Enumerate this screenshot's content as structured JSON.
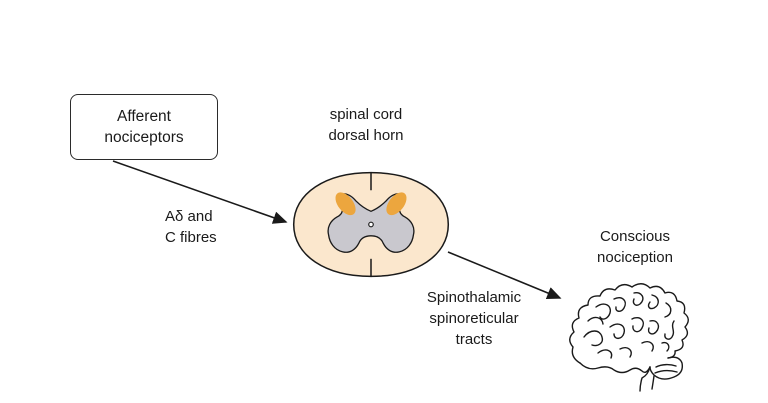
{
  "figure": {
    "description": "Pain pathway diagram from afferent nociceptors to conscious nociception",
    "background": "#ffffff"
  },
  "colors": {
    "line": "#1a1a1a",
    "text": "#1a1a1a",
    "spinal_cord_fill": "#fbe7cd",
    "gray_matter_fill": "#c9c8ce",
    "dorsal_horn_highlight": "#eca63e"
  },
  "nodes": {
    "afferent_box": {
      "lines": [
        "Afferent",
        "nociceptors"
      ]
    },
    "spinal_cord_label": {
      "lines": [
        "spinal cord",
        "dorsal horn"
      ]
    },
    "fibres_label": {
      "lines": [
        "Aδ and",
        "C fibres"
      ]
    },
    "tracts_label": {
      "lines": [
        "Spinothalamic",
        "spinoreticular",
        "tracts"
      ]
    },
    "conscious_label": {
      "lines": [
        "Conscious",
        "nociception"
      ]
    }
  },
  "illustrations": {
    "spinal_cord": "spinal-cord-cross-section",
    "brain": "brain-line-drawing"
  },
  "arrows": [
    {
      "name": "afferent-to-spinal-cord",
      "label": "Aδ and C fibres"
    },
    {
      "name": "spinal-cord-to-brain",
      "label": "Spinothalamic spinoreticular tracts"
    }
  ]
}
